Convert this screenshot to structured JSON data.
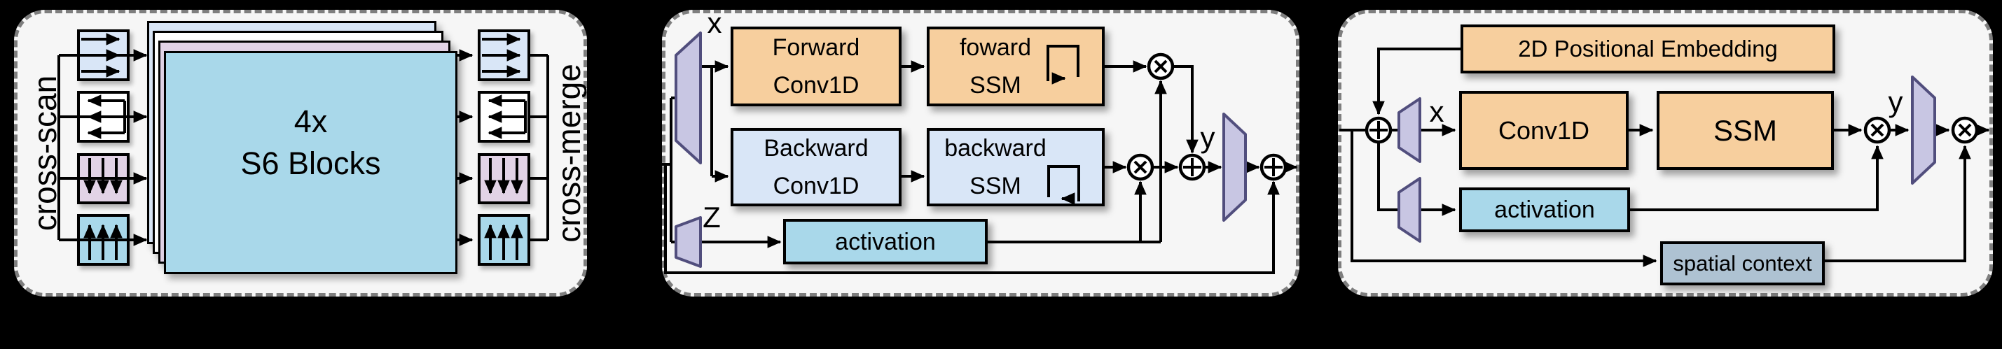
{
  "figure": {
    "type": "state-space-model architecture diagram",
    "panels": 3
  },
  "colors": {
    "background": "#000000",
    "panel_bg": "#f6f6f6",
    "panel_border": "#7e7e7e",
    "orange_box": "#f7cf9e",
    "light_blue_box": "#d9e6f7",
    "cyan_box": "#a9d8ea",
    "pink_box": "#e2d3e6",
    "white_box": "#ffffff",
    "gray_blue_box": "#aec2d2",
    "trapezoid_fill": "#c8c6e3",
    "trapezoid_stroke": "#514e7d",
    "line": "#000000"
  },
  "icons": {
    "multiply": "multiply-icon (circle with X)",
    "add": "add-icon (circle with +)",
    "forward_loop": "recurrence-loop-icon pointing right",
    "backward_loop": "recurrence-loop-icon pointing left",
    "projection": "trapezoid projection shape",
    "scan_right": "three right arrows",
    "scan_left": "three left arrows",
    "scan_down": "three down arrows",
    "scan_up": "three up arrows"
  },
  "panel_scan": {
    "label_left": "cross-scan",
    "label_right": "cross-merge",
    "stack_label_line1": "4x",
    "stack_label_line2": "S6 Blocks"
  },
  "panel_bimamba": {
    "label_x": "x",
    "label_z": "Z",
    "label_y": "y",
    "forward_conv": {
      "line1": "Forward",
      "line2": "Conv1D"
    },
    "forward_ssm": {
      "line1": "foward",
      "line2": "SSM"
    },
    "backward_conv": {
      "line1": "Backward",
      "line2": "Conv1D"
    },
    "backward_ssm": {
      "line1": "backward",
      "line2": "SSM"
    },
    "activation": "activation"
  },
  "panel_posembed": {
    "pos_embed": "2D Positional Embedding",
    "label_x": "x",
    "label_y": "y",
    "conv": "Conv1D",
    "ssm": "SSM",
    "activation": "activation",
    "spatial_context": "spatial context"
  }
}
